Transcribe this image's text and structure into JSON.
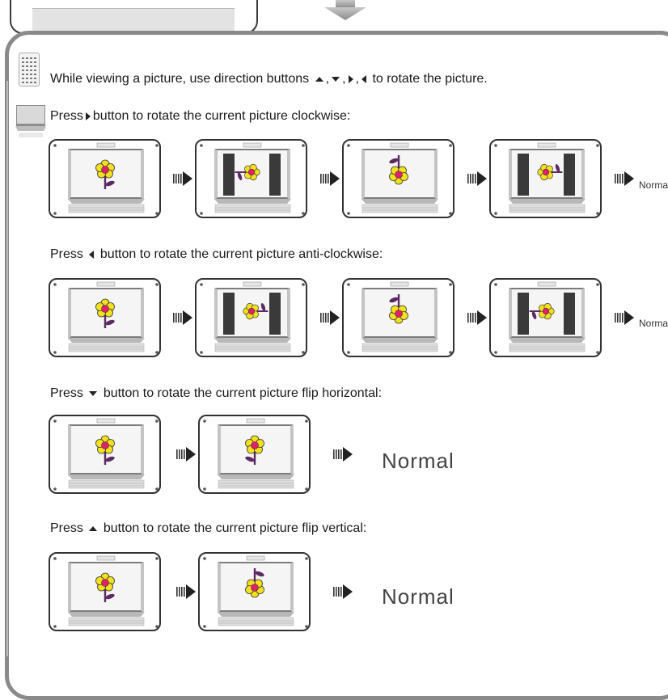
{
  "intro": {
    "text_before": "While viewing a picture, use direction buttons",
    "text_after": "to rotate the picture."
  },
  "sections": [
    {
      "press": "Press",
      "text": "button to rotate the current picture clockwise:",
      "button": "right-arrow",
      "result": "Norma"
    },
    {
      "press": "Press",
      "text": "button to rotate the current picture anti-clockwise:",
      "button": "left-arrow",
      "result": "Norma"
    },
    {
      "press": "Press",
      "text": "button to rotate the current picture flip horizontal:",
      "button": "down-arrow",
      "result": "Normal"
    },
    {
      "press": "Press",
      "text": "button to rotate the current picture flip vertical:",
      "button": "up-arrow",
      "result": "Normal"
    }
  ],
  "colors": {
    "frame_border": "#333333",
    "panel_border": "#8a8a8a",
    "petal": "#f3e01e",
    "center": "#e0206a",
    "stem": "#5b2a63",
    "bars": "#3a3a3a"
  }
}
